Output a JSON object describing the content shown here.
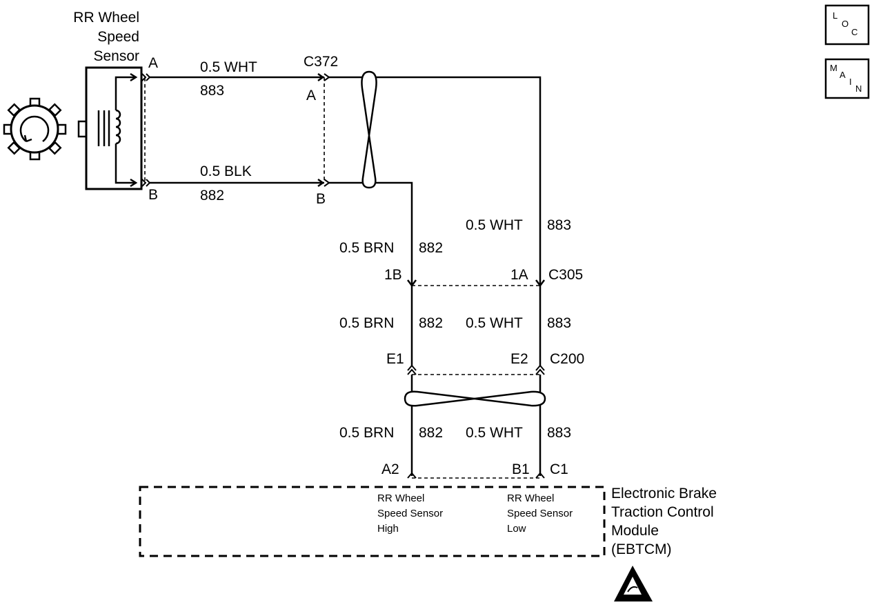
{
  "sensor": {
    "title_line1": "RR Wheel",
    "title_line2": "Speed",
    "title_line3": "Sensor",
    "pin_a": "A",
    "pin_b": "B"
  },
  "c372": {
    "name": "C372",
    "pin_a": "A",
    "pin_b": "B"
  },
  "wires_top": {
    "wht_color": "0.5 WHT",
    "wht_circuit": "883",
    "blk_color": "0.5 BLK",
    "blk_circuit": "882"
  },
  "run1": {
    "left_color": "0.5 BRN",
    "left_circuit": "882",
    "right_color": "0.5 WHT",
    "right_circuit": "883"
  },
  "c305": {
    "name": "C305",
    "pin_left": "1B",
    "pin_right": "1A"
  },
  "run2": {
    "left_color": "0.5 BRN",
    "left_circuit": "882",
    "right_color": "0.5 WHT",
    "right_circuit": "883"
  },
  "c200": {
    "name": "C200",
    "pin_left": "E1",
    "pin_right": "E2"
  },
  "run3": {
    "left_color": "0.5 BRN",
    "left_circuit": "882",
    "right_color": "0.5 WHT",
    "right_circuit": "883"
  },
  "c1": {
    "name": "C1",
    "pin_left": "A2",
    "pin_right": "B1"
  },
  "module": {
    "line1": "Electronic Brake",
    "line2": "Traction Control",
    "line3": "Module",
    "line4": "(EBTCM)",
    "input_high_1": "RR Wheel",
    "input_high_2": "Speed Sensor",
    "input_high_3": "High",
    "input_low_1": "RR Wheel",
    "input_low_2": "Speed Sensor",
    "input_low_3": "Low"
  },
  "nav": {
    "loc_l": "L",
    "loc_o": "O",
    "loc_c": "C",
    "main_m": "M",
    "main_a": "A",
    "main_i": "I",
    "main_n": "N"
  }
}
